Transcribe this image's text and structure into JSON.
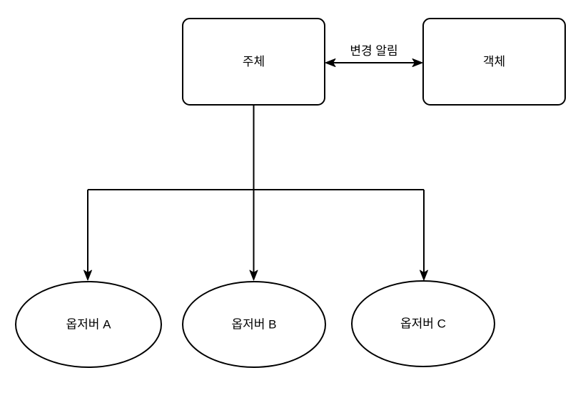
{
  "diagram": {
    "title": "Observer pattern diagram",
    "colors": {
      "stroke": "#000000",
      "fill": "#ffffff",
      "text": "#000000",
      "background": "#ffffff"
    },
    "nodes": {
      "subject": {
        "label": "주체",
        "shape": "rounded-rectangle"
      },
      "object": {
        "label": "객체",
        "shape": "rounded-rectangle"
      },
      "observer_a": {
        "label": "옵저버 A",
        "shape": "ellipse"
      },
      "observer_b": {
        "label": "옵저버 B",
        "shape": "ellipse"
      },
      "observer_c": {
        "label": "옵저버 C",
        "shape": "ellipse"
      }
    },
    "edges": {
      "notify": {
        "label": "변경 알림",
        "type": "double-arrow",
        "from": "주체",
        "to": "객체"
      },
      "fanout": {
        "label": "",
        "type": "arrow",
        "from": "주체",
        "to": "옵저버 A, 옵저버 B, 옵저버 C"
      }
    }
  }
}
